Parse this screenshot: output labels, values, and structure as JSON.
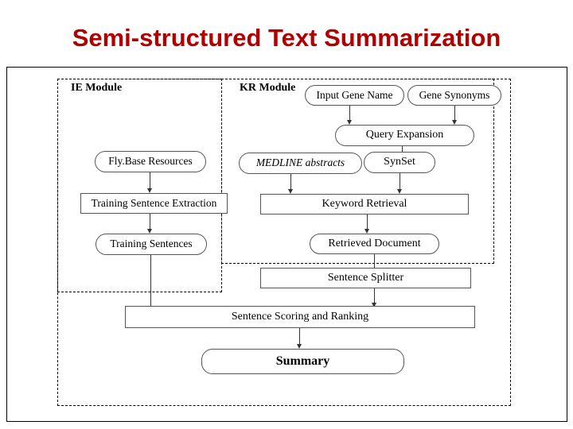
{
  "page": {
    "title": "Semi-structured Text Summarization",
    "title_color": "#b00000"
  },
  "diagram": {
    "modules": [
      {
        "label": "IE Module"
      },
      {
        "label": "KR Module"
      }
    ],
    "nodes": [
      {
        "id": "input-gene-name",
        "label": "Input Gene Name",
        "shape": "round"
      },
      {
        "id": "gene-synonyms",
        "label": "Gene Synonyms",
        "shape": "round"
      },
      {
        "id": "query-expansion",
        "label": "Query Expansion",
        "shape": "round"
      },
      {
        "id": "medline-abstracts",
        "label": "MEDLINE abstracts",
        "shape": "round"
      },
      {
        "id": "synset",
        "label": "SynSet",
        "shape": "round"
      },
      {
        "id": "keyword-retrieval",
        "label": "Keyword Retrieval",
        "shape": "rect"
      },
      {
        "id": "retrieved-document",
        "label": "Retrieved Document",
        "shape": "round"
      },
      {
        "id": "flybase-resources",
        "label": "Fly.Base Resources",
        "shape": "round"
      },
      {
        "id": "training-sentence-extraction",
        "label": "Training Sentence Extraction",
        "shape": "rect"
      },
      {
        "id": "training-sentences",
        "label": "Training Sentences",
        "shape": "round"
      },
      {
        "id": "sentence-splitter",
        "label": "Sentence Splitter",
        "shape": "rect"
      },
      {
        "id": "sentence-scoring-and-ranking",
        "label": "Sentence Scoring and Ranking",
        "shape": "rect"
      },
      {
        "id": "summary",
        "label": "Summary",
        "shape": "round"
      }
    ]
  }
}
